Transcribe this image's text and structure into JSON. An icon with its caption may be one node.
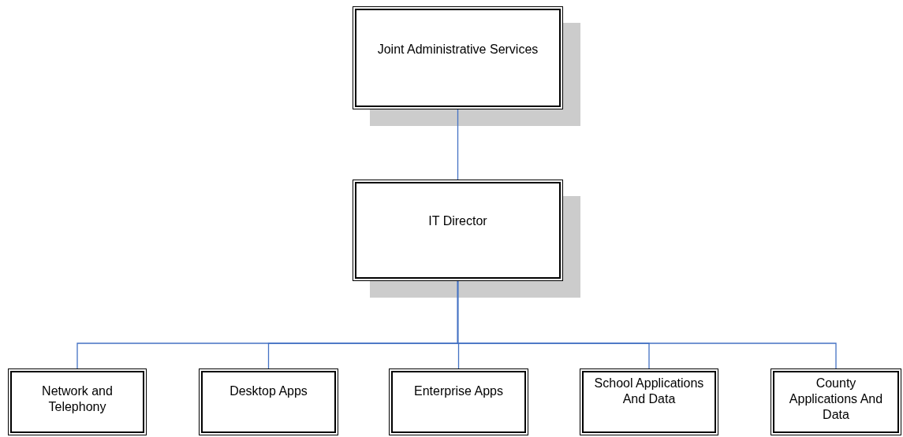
{
  "diagram": {
    "nodes": [
      {
        "text": [
          "Joint Administrative Services"
        ]
      },
      {
        "text": [
          "IT Director"
        ]
      },
      {
        "text": [
          "Network and Telephony"
        ]
      },
      {
        "text": [
          "Desktop Apps"
        ]
      },
      {
        "text": [
          "Enterprise Apps"
        ]
      },
      {
        "text": [
          "School Applications And Data"
        ]
      },
      {
        "text": [
          "County Applications And Data"
        ]
      }
    ],
    "edges": [
      {
        "from": 0,
        "to": 1,
        "arrow": "none"
      },
      {
        "from": 1,
        "to": 2,
        "arrow": "none"
      },
      {
        "from": 1,
        "to": 3,
        "arrow": "none"
      },
      {
        "from": 1,
        "to": 4,
        "arrow": "none"
      },
      {
        "from": 1,
        "to": 5,
        "arrow": "none"
      },
      {
        "from": 1,
        "to": 6,
        "arrow": "none"
      }
    ]
  }
}
